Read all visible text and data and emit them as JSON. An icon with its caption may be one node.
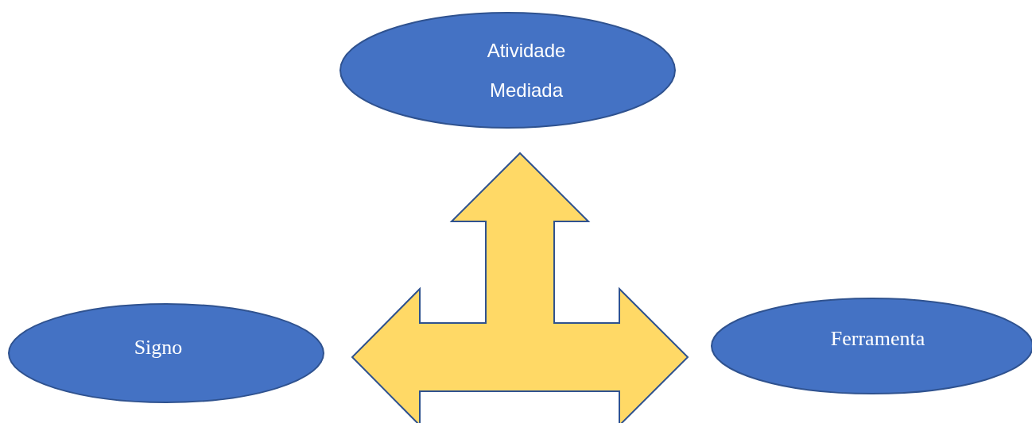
{
  "diagram": {
    "nodes": [
      {
        "text": [
          "Atividade Mediada"
        ]
      },
      {
        "text": [
          "Signo"
        ]
      },
      {
        "text": [
          "Ferramenta"
        ]
      }
    ],
    "edges": [
      {
        "from": null,
        "to": 0,
        "arrow": "to"
      },
      {
        "from": 1,
        "to": 2,
        "arrow": "both"
      }
    ]
  }
}
